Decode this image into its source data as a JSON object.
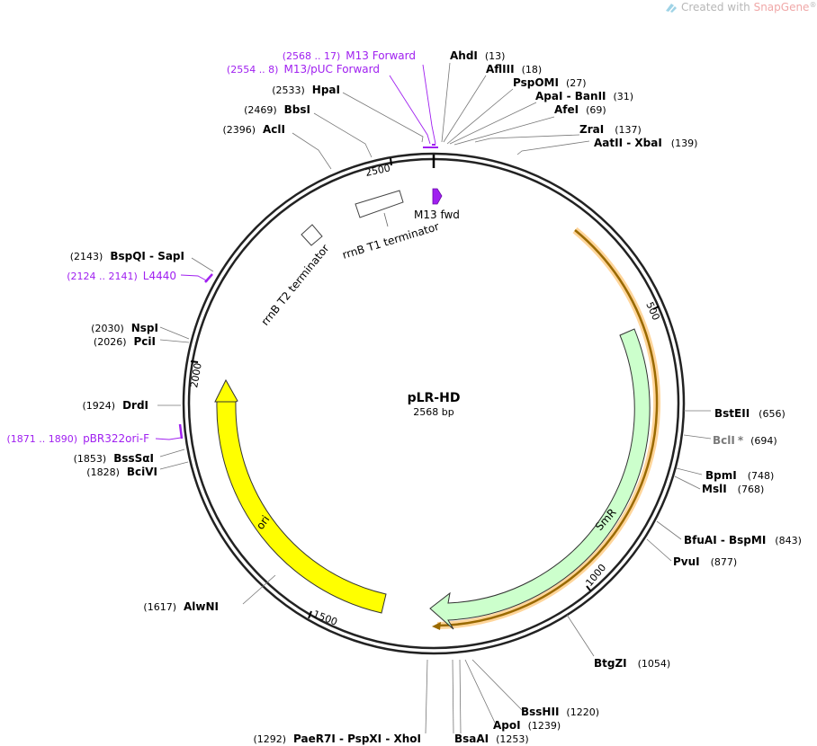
{
  "branding": {
    "prefix": "Created with ",
    "product": "SnapGene",
    "reg": "®"
  },
  "plasmid": {
    "name": "pLR-HD",
    "size_label": "2568 bp",
    "length": 2568
  },
  "colors": {
    "backbone": "#222222",
    "primer": "#a020f0",
    "smr": "#ccffcc",
    "ori": "#ffff00",
    "orf": "#9a6a00",
    "orf_glow": "#ffd59a",
    "m13": "#a020f0"
  },
  "ticks": [
    {
      "label": "500"
    },
    {
      "label": "1000"
    },
    {
      "label": "1500"
    },
    {
      "label": "2000"
    },
    {
      "label": "2500"
    }
  ],
  "features": [
    {
      "id": "smr",
      "label": "SmR"
    },
    {
      "id": "ori",
      "label": "ori"
    },
    {
      "id": "rrnb-t1",
      "label": "rrnB T1 terminator"
    },
    {
      "id": "rrnb-t2",
      "label": "rrnB T2 terminator"
    },
    {
      "id": "m13fwd",
      "label": "M13 fwd"
    }
  ],
  "primers": [
    {
      "name": "M13 Forward",
      "range": "(2568 .. 17)"
    },
    {
      "name": "M13/pUC Forward",
      "range": "(2554 .. 8)"
    },
    {
      "name": "L4440",
      "range": "(2124 .. 2141)"
    },
    {
      "name": "pBR322ori-F",
      "range": "(1871 .. 1890)"
    }
  ],
  "sites": [
    {
      "name": "AhdI",
      "pos": "(13)"
    },
    {
      "name": "AflIII",
      "pos": "(18)"
    },
    {
      "name": "PspOMI",
      "pos": "(27)"
    },
    {
      "name": "ApaI - BanII",
      "pos": "(31)"
    },
    {
      "name": "AfeI",
      "pos": "(69)"
    },
    {
      "name": "ZraI",
      "pos": "(137)"
    },
    {
      "name": "AatII - XbaI",
      "pos": "(139)"
    },
    {
      "name": "BstEII",
      "pos": "(656)"
    },
    {
      "name": "BclI",
      "suffix": "*",
      "pos": "(694)"
    },
    {
      "name": "BpmI",
      "pos": "(748)"
    },
    {
      "name": "MslI",
      "pos": "(768)"
    },
    {
      "name": "BfuAI - BspMI",
      "pos": "(843)"
    },
    {
      "name": "PvuI",
      "pos": "(877)"
    },
    {
      "name": "BtgZI",
      "pos": "(1054)"
    },
    {
      "name": "BssHII",
      "pos": "(1220)"
    },
    {
      "name": "ApoI",
      "pos": "(1239)"
    },
    {
      "name": "BsaAI",
      "pos": "(1253)"
    },
    {
      "name": "PaeR7I - PspXI - XhoI",
      "pos": "(1292)"
    },
    {
      "name": "AlwNI",
      "pos": "(1617)"
    },
    {
      "name": "BciVI",
      "pos": "(1828)"
    },
    {
      "name": "BssSαI",
      "pos": "(1853)"
    },
    {
      "name": "DrdI",
      "pos": "(1924)"
    },
    {
      "name": "PciI",
      "pos": "(2026)"
    },
    {
      "name": "NspI",
      "pos": "(2030)"
    },
    {
      "name": "BspQI - SapI",
      "pos": "(2143)"
    },
    {
      "name": "AclI",
      "pos": "(2396)"
    },
    {
      "name": "BbsI",
      "pos": "(2469)"
    },
    {
      "name": "HpaI",
      "pos": "(2533)"
    }
  ]
}
